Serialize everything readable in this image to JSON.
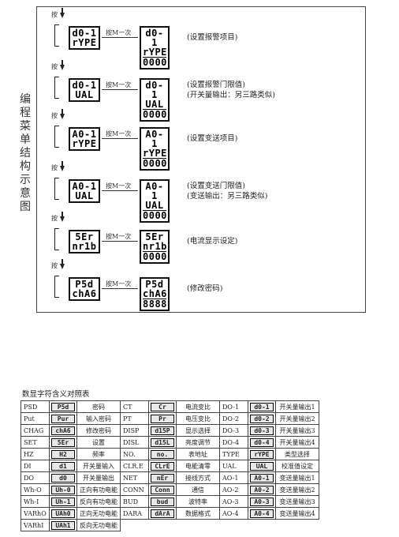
{
  "side_title": [
    "编",
    "程",
    "菜",
    "单",
    "结",
    "构",
    "示",
    "意",
    "图"
  ],
  "press_label": "按",
  "connector_label": "按M一次",
  "steps": [
    {
      "left": [
        "d0-1",
        "rYPE"
      ],
      "right": [
        "d0-1",
        "rYPE",
        "0000"
      ],
      "desc": [
        "(设置报警项目)"
      ]
    },
    {
      "left": [
        "d0-1",
        "UAL"
      ],
      "right": [
        "d0-1",
        "UAL",
        "0000"
      ],
      "desc": [
        "(设置报警门限值)",
        "(开关量输出：另三路类似)"
      ]
    },
    {
      "left": [
        "A0-1",
        "rYPE"
      ],
      "right": [
        "A0-1",
        "rYPE",
        "0000"
      ],
      "desc": [
        "(设置变送项目)"
      ]
    },
    {
      "left": [
        "A0-1",
        "UAL"
      ],
      "right": [
        "A0-1",
        "UAL",
        "0000"
      ],
      "desc": [
        "(设置变送门限值)",
        "(变送输出：另三路类似)"
      ]
    },
    {
      "left": [
        "5Er",
        "nr1b"
      ],
      "right": [
        "5Er",
        "nr1b",
        "0000"
      ],
      "desc": [
        "(电流显示设定)"
      ]
    },
    {
      "left": [
        "P5d",
        "chA6"
      ],
      "right": [
        "P5d",
        "chA6",
        "8888"
      ],
      "desc": [
        "(修改密码)"
      ]
    }
  ],
  "table_title": "数显字符含义对照表",
  "table_rows": [
    [
      [
        "PSD",
        "P5d",
        "密码"
      ],
      [
        "CT",
        "Cr",
        "电流变比"
      ],
      [
        "DO-1",
        "d0-1",
        "开关量输出1"
      ]
    ],
    [
      [
        "Put",
        "Pur",
        "输入密码"
      ],
      [
        "PT",
        "Pr",
        "电压变比"
      ],
      [
        "DO-2",
        "d0-2",
        "开关量输出2"
      ]
    ],
    [
      [
        "CHAG",
        "chA6",
        "修改密码"
      ],
      [
        "DISP",
        "d15P",
        "显示选择"
      ],
      [
        "DO-3",
        "d0-3",
        "开关量输出3"
      ]
    ],
    [
      [
        "SET",
        "5Er",
        "设置"
      ],
      [
        "DISL",
        "d15L",
        "亮度调节"
      ],
      [
        "DO-4",
        "d0-4",
        "开关量输出4"
      ]
    ],
    [
      [
        "HZ",
        "H2",
        "频率"
      ],
      [
        "NO.",
        "no.",
        "表地址"
      ],
      [
        "TYPE",
        "rYPE",
        "类型选择"
      ]
    ],
    [
      [
        "DI",
        "d1",
        "开关量输入"
      ],
      [
        "CLR.E",
        "CLrE",
        "电能清零"
      ],
      [
        "UAL",
        "UAL",
        "校准值设定"
      ]
    ],
    [
      [
        "DO",
        "d0",
        "开关量输出"
      ],
      [
        "NET",
        "nEr",
        "接线方式"
      ],
      [
        "AO-1",
        "A0-1",
        "变送量输出1"
      ]
    ],
    [
      [
        "Wh-O",
        "Uh-0",
        "正向有功电能"
      ],
      [
        "CONN",
        "Conn",
        "通信"
      ],
      [
        "AO-2",
        "A0-2",
        "变送量输出2"
      ]
    ],
    [
      [
        "Wh-I",
        "Uh-1",
        "反向有功电能"
      ],
      [
        "BUD",
        "bud",
        "波特率"
      ],
      [
        "AO-3",
        "A0-3",
        "变送量输出3"
      ]
    ],
    [
      [
        "VARhO",
        "UAh0",
        "正向无功电能"
      ],
      [
        "DARA",
        "dArA",
        "数据格式"
      ],
      [
        "AO-4",
        "A0-4",
        "变送量输出4"
      ]
    ],
    [
      [
        "VARhI",
        "UAh1",
        "反向无功电能"
      ]
    ]
  ]
}
